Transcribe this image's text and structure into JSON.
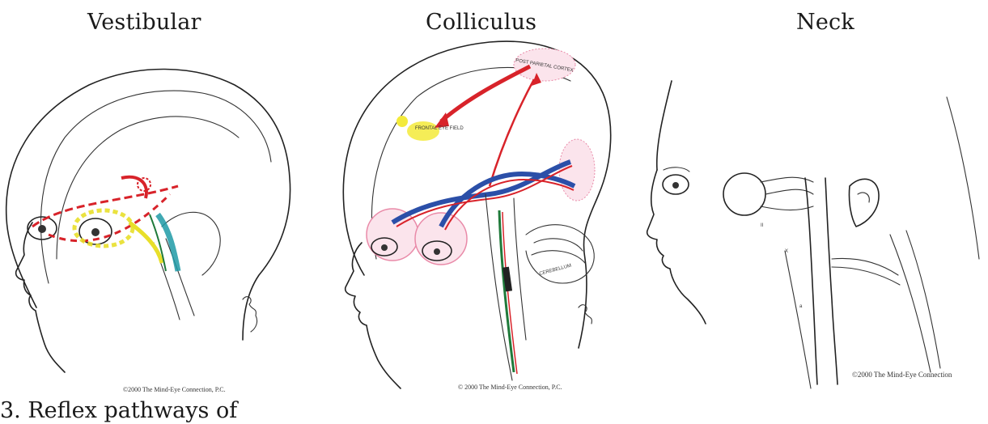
{
  "titles": {
    "vestibular": "Vestibular",
    "colliculus": "Colliculus",
    "neck": "Neck"
  },
  "copyrights": {
    "vestibular": "©2000 The Mind-Eye Connection, P.C.",
    "colliculus": "© 2000 The Mind-Eye Connection, P.C.",
    "neck": "©2000 The Mind-Eye Connection"
  },
  "colliculus_labels": {
    "frontal": "FRONTAL EYE FIELD",
    "parietal": "POST PARIETAL CORTEX",
    "cerebellum": "CEREBELLUM"
  },
  "caption": "3. Reflex pathways of",
  "colors": {
    "red": "#d8232a",
    "blue": "#2b4fa8",
    "yellow": "#e8df2a",
    "teal": "#1f9aa6",
    "green": "#1f7a3a",
    "pink": "#e98aa8"
  }
}
